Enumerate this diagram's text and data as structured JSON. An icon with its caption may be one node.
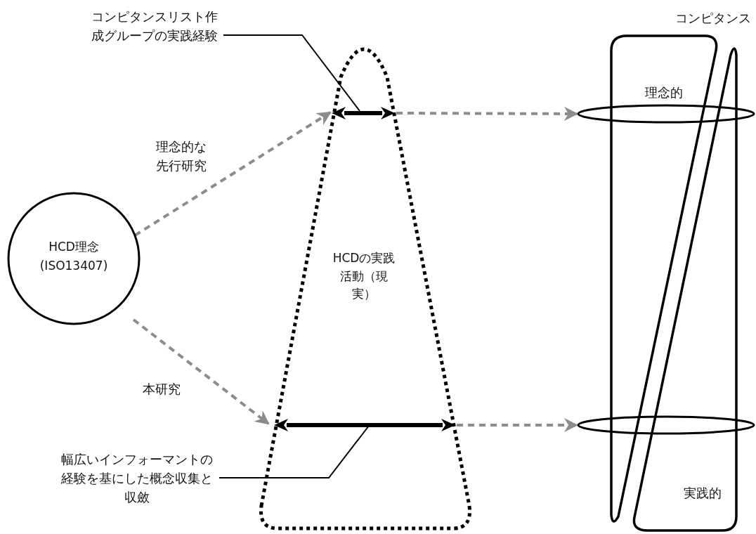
{
  "diagram": {
    "nodes": [
      {
        "text": [
          "HCD理念 (ISO13407)"
        ]
      },
      {
        "text": [
          "HCDの実践活動（現実）"
        ]
      },
      {
        "text": [],
        "shape": "arrow",
        "in": 1
      },
      {
        "text": [],
        "shape": "arrow",
        "in": 1
      },
      {
        "text": [
          "コンピタンス",
          "理念的",
          "実践的"
        ]
      },
      {
        "text": [],
        "shape": "ellipse"
      },
      {
        "text": [],
        "shape": "ellipse"
      },
      {
        "text": [
          "コンピタンスリスト作成グループの実践経験"
        ]
      },
      {
        "text": [
          "幅広いインフォーマントの経験を基にした概念収集と収斂"
        ]
      }
    ],
    "edges": [
      {
        "from": 0,
        "to": 2,
        "arrow": "to",
        "label": "理念的な先行研究",
        "style": "dashed"
      },
      {
        "from": 0,
        "to": 3,
        "arrow": "to",
        "label": "本研究",
        "style": "dashed"
      },
      {
        "from": 2,
        "to": 5,
        "arrow": "to",
        "style": "dashed"
      },
      {
        "from": 3,
        "to": 6,
        "arrow": "to",
        "style": "dashed"
      },
      {
        "from": 7,
        "to": 2,
        "arrow": "none",
        "color": "#000000"
      },
      {
        "from": 8,
        "to": 3,
        "arrow": "none",
        "color": "#000000"
      }
    ]
  }
}
